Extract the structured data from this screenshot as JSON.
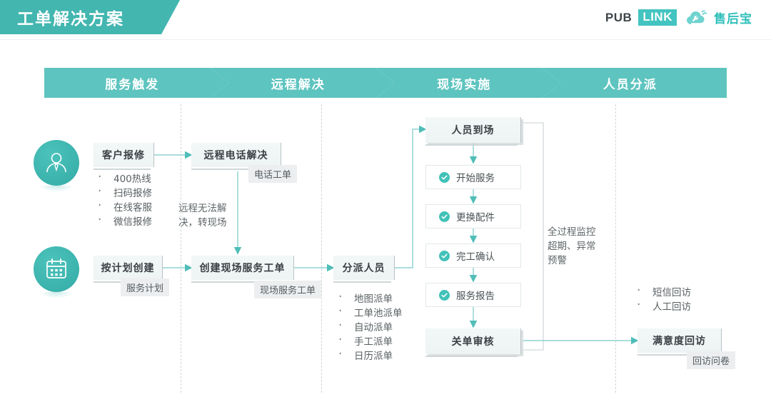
{
  "header": {
    "title": "工单解决方案",
    "logo_pub": "PUB",
    "logo_link": "LINK",
    "logo_cn": "售后宝",
    "logo_icon": "wrench-cloud-icon"
  },
  "colors": {
    "teal": "#43b6b0",
    "teal_light": "#5ec4bf",
    "check_teal": "#41c2b8",
    "box_bg": "#f1f6f7",
    "chip_bg": "#eceef0",
    "divider": "#cfd6d8"
  },
  "stages": [
    {
      "label": "服务触发"
    },
    {
      "label": "远程解决"
    },
    {
      "label": "现场实施"
    },
    {
      "label": "人员分派"
    }
  ],
  "icons": {
    "customer": "person-icon",
    "plan": "calendar-icon"
  },
  "boxes": {
    "customer_report": "客户报修",
    "remote_phone": "远程电话解决",
    "plan_create": "按计划创建",
    "create_onsite_order": "创建现场服务工单",
    "assign_staff": "分派人员",
    "staff_arrive": "人员到场",
    "close_audit": "关单审核",
    "satisfaction": "满意度回访"
  },
  "chips": {
    "phone_order": "电话工单",
    "service_plan": "服务计划",
    "onsite_order": "现场服务工单",
    "questionnaire": "回访问卷"
  },
  "steps": [
    {
      "label": "开始服务",
      "icon": "check-circle-icon"
    },
    {
      "label": "更换配件",
      "icon": "check-circle-icon"
    },
    {
      "label": "完工确认",
      "icon": "check-circle-icon"
    },
    {
      "label": "服务报告",
      "icon": "check-circle-icon"
    }
  ],
  "bullets": {
    "report_channels": [
      "400热线",
      "扫码报修",
      "在线客服",
      "微信报修"
    ],
    "dispatch_methods": [
      "地图派单",
      "工单池派单",
      "自动派单",
      "手工派单",
      "日历派单"
    ],
    "revisit_methods": [
      "短信回访",
      "人工回访"
    ]
  },
  "notes": {
    "remote_fail": "远程无法解\n决，转现场",
    "monitor": "全过程监控\n超期、异常\n预警"
  }
}
